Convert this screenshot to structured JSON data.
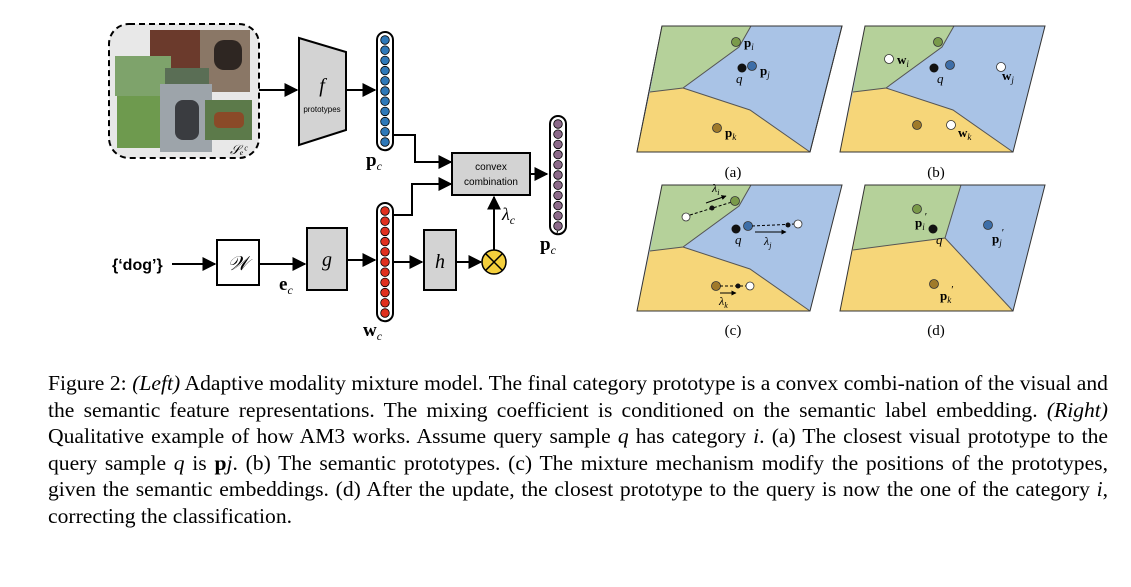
{
  "diagram": {
    "support_set_label": "𝒮ₑᶜ",
    "f_label": "f",
    "f_sublabel": "prototypes",
    "pc_label": "p",
    "pc_sub": "c",
    "convex_line1": "convex",
    "convex_line2": "combination",
    "lambda_label": "λ",
    "lambda_sub": "c",
    "pc_prime_label": "p",
    "pc_prime_sub": "c",
    "pc_prime_mark": "′",
    "dog_label": "{‘dog’}",
    "W_label": "𝒲",
    "ec_label": "e",
    "ec_sub": "c",
    "g_label": "g",
    "h_label": "h",
    "wc_label": "w",
    "wc_sub": "c",
    "otimes": "⊗"
  },
  "panels": {
    "a": {
      "caption": "(a)",
      "p_i": "p",
      "p_i_sub": "i",
      "p_j": "p",
      "p_j_sub": "j",
      "p_k": "p",
      "p_k_sub": "k",
      "q": "q"
    },
    "b": {
      "caption": "(b)",
      "w_i": "w",
      "w_i_sub": "i",
      "w_j": "w",
      "w_j_sub": "j",
      "w_k": "w",
      "w_k_sub": "k",
      "q": "q"
    },
    "c": {
      "caption": "(c)",
      "lam_i": "λ",
      "lam_i_sub": "i",
      "lam_j": "λ",
      "lam_j_sub": "j",
      "lam_k": "λ",
      "lam_k_sub": "k",
      "q": "q"
    },
    "d": {
      "caption": "(d)",
      "p_i": "p",
      "p_i_sub": "i",
      "p_j": "p",
      "p_j_sub": "j",
      "p_k": "p",
      "p_k_sub": "k",
      "prime": "′",
      "q": "q"
    }
  },
  "colors": {
    "green": "#b5d19a",
    "blue": "#a9c3e6",
    "yellow": "#f6d679",
    "gray_box": "#d3d3d3",
    "blue_dot": "#2e78b8",
    "red_dot": "#e0301e",
    "mixed_dot": "#8c6a8a",
    "otimes_fill": "#f4cf3c"
  },
  "caption": [
    {
      "t": "Figure 2: "
    },
    {
      "t": "(Left)",
      "s": "it"
    },
    {
      "t": " Adaptive modality mixture model. The final category prototype is a convex combi-nation of the visual and the semantic feature representations. The mixing coefficient is conditioned on the semantic label embedding. "
    },
    {
      "t": "(Right)",
      "s": "it"
    },
    {
      "t": " Qualitative example of how AM3 works. Assume query sample "
    },
    {
      "t": "q",
      "s": "it"
    },
    {
      "t": " has category "
    },
    {
      "t": "i",
      "s": "it"
    },
    {
      "t": ". (a) The closest visual prototype to the query sample "
    },
    {
      "t": "q",
      "s": "it"
    },
    {
      "t": " is "
    },
    {
      "t": "p",
      "s": "bf"
    },
    {
      "t": "j",
      "s": "it"
    },
    {
      "t": ". (b) The semantic prototypes. (c) The mixture mechanism modify the positions of the prototypes, given the semantic embeddings. (d) After the update, the closest prototype to the query is now the one of the category "
    },
    {
      "t": "i",
      "s": "it"
    },
    {
      "t": ", correcting the classification."
    }
  ]
}
